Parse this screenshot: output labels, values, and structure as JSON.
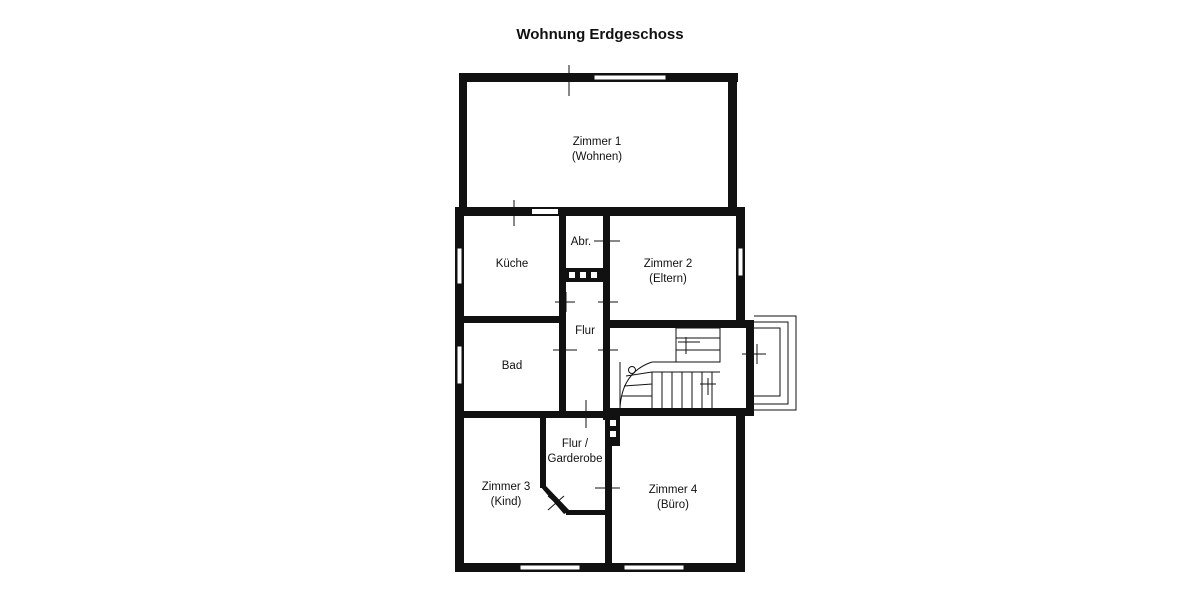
{
  "title": "Wohnung Erdgeschoss",
  "rooms": {
    "zimmer1": {
      "name": "Zimmer 1",
      "sub": "(Wohnen)"
    },
    "kueche": {
      "name": "Küche"
    },
    "abr": {
      "name": "Abr."
    },
    "zimmer2": {
      "name": "Zimmer 2",
      "sub": "(Eltern)"
    },
    "flur": {
      "name": "Flur"
    },
    "bad": {
      "name": "Bad"
    },
    "garderobe": {
      "name": "Flur /",
      "sub": "Garderobe"
    },
    "zimmer3": {
      "name": "Zimmer 3",
      "sub": "(Kind)"
    },
    "zimmer4": {
      "name": "Zimmer 4",
      "sub": "(Büro)"
    }
  },
  "colors": {
    "wall": "#111111",
    "background": "#ffffff"
  }
}
